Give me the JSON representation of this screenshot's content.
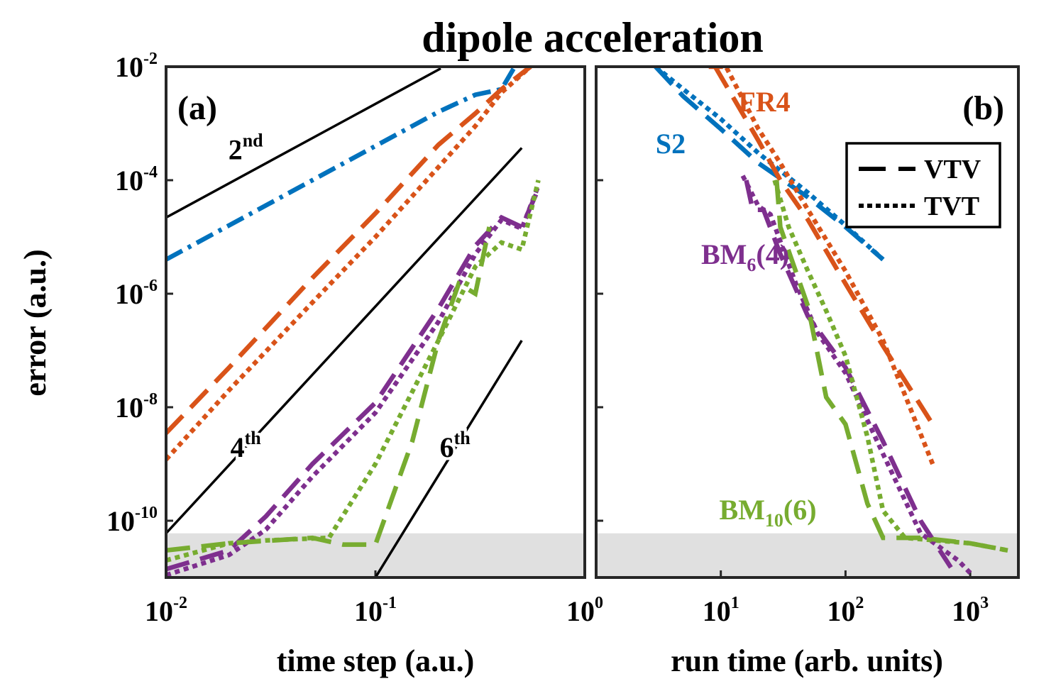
{
  "chart_data": [
    {
      "panel": "(a)",
      "type": "line",
      "title": "dipole acceleration",
      "xlabel": "time step (a.u.)",
      "ylabel": "error (a.u.)",
      "xscale": "log",
      "yscale": "log",
      "xlim": [
        0.01,
        1
      ],
      "ylim": [
        1e-11,
        0.01
      ],
      "x_tick_labels": [
        {
          "base": "10",
          "exp": "-2"
        },
        {
          "base": "10",
          "exp": "-1"
        },
        {
          "base": "10",
          "exp": "0"
        }
      ],
      "y_tick_labels": [
        {
          "base": "10",
          "exp": "-2"
        },
        {
          "base": "10",
          "exp": "-4"
        },
        {
          "base": "10",
          "exp": "-6"
        },
        {
          "base": "10",
          "exp": "-8"
        },
        {
          "base": "10",
          "exp": "-10"
        }
      ],
      "shaded_region": {
        "ymin": 1e-11,
        "ymax": 6e-11,
        "color": "#e0e0e0"
      },
      "reference_lines": [
        {
          "label": "2",
          "label_sup": "nd",
          "order": 2,
          "points": [
            [
              0.01,
              2.2e-05
            ],
            [
              0.205,
              0.0093
            ]
          ]
        },
        {
          "label": "4",
          "label_sup": "th",
          "order": 4,
          "points": [
            [
              0.01,
              6e-11
            ],
            [
              0.5,
              0.00037
            ]
          ]
        },
        {
          "label": "6",
          "label_sup": "th",
          "order": 6,
          "points": [
            [
              0.1,
              1e-11
            ],
            [
              0.5,
              1.5e-07
            ]
          ]
        }
      ],
      "series": [
        {
          "method": "S2",
          "style": "dashdot",
          "color": "#0072BD",
          "points": [
            [
              0.01,
              4e-06
            ],
            [
              0.02,
              1.6e-05
            ],
            [
              0.05,
              0.0001
            ],
            [
              0.1,
              0.0004
            ],
            [
              0.2,
              0.0016
            ],
            [
              0.3,
              0.0032
            ],
            [
              0.4,
              0.004
            ],
            [
              0.47,
              0.011
            ]
          ]
        },
        {
          "method": "FR4",
          "style": "dashed",
          "color": "#D95319",
          "points": [
            [
              0.01,
              3.5e-09
            ],
            [
              0.02,
              5e-08
            ],
            [
              0.05,
              1.9e-06
            ],
            [
              0.1,
              2.6e-05
            ],
            [
              0.2,
              0.00042
            ],
            [
              0.3,
              0.0015
            ],
            [
              0.4,
              0.004
            ],
            [
              0.55,
              0.01
            ]
          ]
        },
        {
          "method": "FR4",
          "style": "dotted",
          "color": "#D95319",
          "points": [
            [
              0.01,
              1.2e-09
            ],
            [
              0.02,
              2e-08
            ],
            [
              0.05,
              7e-07
            ],
            [
              0.1,
              1e-05
            ],
            [
              0.2,
              0.00017
            ],
            [
              0.3,
              0.0009
            ],
            [
              0.4,
              0.0035
            ],
            [
              0.55,
              0.01
            ]
          ]
        },
        {
          "method": "BM6(4)",
          "style": "dashed",
          "color": "#7E2F8E",
          "points": [
            [
              0.01,
              1.4e-11
            ],
            [
              0.02,
              3e-11
            ],
            [
              0.03,
              1.2e-10
            ],
            [
              0.05,
              1e-09
            ],
            [
              0.1,
              1.2e-08
            ],
            [
              0.2,
              5.5e-07
            ],
            [
              0.3,
              7e-06
            ],
            [
              0.4,
              2.2e-05
            ],
            [
              0.5,
              1.5e-05
            ],
            [
              0.6,
              7e-05
            ]
          ]
        },
        {
          "method": "BM6(4)",
          "style": "dotted",
          "color": "#7E2F8E",
          "points": [
            [
              0.01,
              1.1e-11
            ],
            [
              0.02,
              2.5e-11
            ],
            [
              0.03,
              7e-11
            ],
            [
              0.05,
              6e-10
            ],
            [
              0.1,
              8e-09
            ],
            [
              0.2,
              3.2e-07
            ],
            [
              0.3,
              5e-06
            ],
            [
              0.4,
              2e-05
            ],
            [
              0.5,
              1.4e-05
            ],
            [
              0.6,
              8e-05
            ]
          ]
        },
        {
          "method": "BM10(6)",
          "style": "dashed",
          "color": "#77AC30",
          "points": [
            [
              0.01,
              3e-11
            ],
            [
              0.02,
              4e-11
            ],
            [
              0.05,
              5e-11
            ],
            [
              0.07,
              3.8e-11
            ],
            [
              0.1,
              3.8e-11
            ],
            [
              0.15,
              2.5e-09
            ],
            [
              0.2,
              1.5e-07
            ],
            [
              0.25,
              1.5e-06
            ],
            [
              0.3,
              1e-06
            ],
            [
              0.35,
              1.5e-05
            ]
          ]
        },
        {
          "method": "BM10(6)",
          "style": "dotted",
          "color": "#77AC30",
          "points": [
            [
              0.01,
              2e-11
            ],
            [
              0.02,
              4e-11
            ],
            [
              0.03,
              4.5e-11
            ],
            [
              0.06,
              5e-11
            ],
            [
              0.1,
              1e-09
            ],
            [
              0.2,
              1.5e-07
            ],
            [
              0.3,
              3e-06
            ],
            [
              0.4,
              8e-06
            ],
            [
              0.5,
              6e-06
            ],
            [
              0.6,
              0.0001
            ]
          ]
        }
      ]
    },
    {
      "panel": "(b)",
      "type": "line",
      "xlabel": "run time (arb. units)",
      "xscale": "log",
      "yscale": "log",
      "xlim": [
        1,
        2000
      ],
      "ylim": [
        1e-11,
        0.01
      ],
      "x_tick_labels": [
        {
          "base": "10",
          "exp": "1"
        },
        {
          "base": "10",
          "exp": "2"
        },
        {
          "base": "10",
          "exp": "3"
        }
      ],
      "shaded_region": {
        "ymin": 1e-11,
        "ymax": 6e-11,
        "color": "#e0e0e0"
      },
      "legend": {
        "position": "top-right",
        "entries": [
          {
            "label": "VTV",
            "style": "dashed"
          },
          {
            "label": "TVT",
            "style": "dotted"
          }
        ]
      },
      "annotations": [
        {
          "text": "S2",
          "color": "#0072BD"
        },
        {
          "text": "FR4",
          "color": "#D95319"
        },
        {
          "text": "BM",
          "sub": "6",
          "suffix": "(4)",
          "color": "#7E2F8E"
        },
        {
          "text": "BM",
          "sub": "10",
          "suffix": "(6)",
          "color": "#77AC30"
        }
      ],
      "series": [
        {
          "method": "S2",
          "style": "dashed",
          "color": "#0072BD",
          "points": [
            [
              3,
              0.01
            ],
            [
              5,
              0.003
            ],
            [
              10,
              0.0008
            ],
            [
              20,
              0.0002
            ],
            [
              50,
              5e-05
            ],
            [
              100,
              1.5e-05
            ],
            [
              200,
              4e-06
            ]
          ]
        },
        {
          "method": "S2",
          "style": "dotted",
          "color": "#0072BD",
          "points": [
            [
              3,
              0.01
            ],
            [
              5,
              0.004
            ],
            [
              10,
              0.0012
            ],
            [
              20,
              0.0003
            ],
            [
              50,
              6e-05
            ],
            [
              100,
              1.6e-05
            ],
            [
              200,
              4e-06
            ]
          ]
        },
        {
          "method": "FR4",
          "style": "dashed",
          "color": "#D95319",
          "points": [
            [
              9,
              0.01
            ],
            [
              20,
              0.0005
            ],
            [
              30,
              0.0001
            ],
            [
              50,
              2e-05
            ],
            [
              100,
              1.5e-06
            ],
            [
              200,
              1.2e-07
            ],
            [
              500,
              5e-09
            ]
          ]
        },
        {
          "method": "FR4",
          "style": "dotted",
          "color": "#D95319",
          "points": [
            [
              8,
              0.01
            ],
            [
              11,
              0.01
            ],
            [
              20,
              0.0008
            ],
            [
              30,
              0.0002
            ],
            [
              50,
              3e-05
            ],
            [
              100,
              2.5e-06
            ],
            [
              200,
              1.5e-07
            ],
            [
              500,
              1e-09
            ]
          ]
        },
        {
          "method": "BM6(4)",
          "style": "dashed",
          "color": "#7E2F8E",
          "points": [
            [
              16,
              0.0001
            ],
            [
              18,
              3e-05
            ],
            [
              22,
              3e-05
            ],
            [
              30,
              5e-06
            ],
            [
              50,
              4e-07
            ],
            [
              100,
              5e-08
            ],
            [
              200,
              2.5e-09
            ],
            [
              400,
              1e-10
            ],
            [
              700,
              1.5e-11
            ]
          ]
        },
        {
          "method": "BM6(4)",
          "style": "dotted",
          "color": "#7E2F8E",
          "points": [
            [
              15,
              0.00012
            ],
            [
              20,
              3.5e-05
            ],
            [
              25,
              2.5e-05
            ],
            [
              40,
              1.5e-06
            ],
            [
              60,
              2e-07
            ],
            [
              100,
              4e-08
            ],
            [
              200,
              1.5e-09
            ],
            [
              400,
              6e-11
            ],
            [
              800,
              2e-11
            ],
            [
              1000,
              1.2e-11
            ]
          ]
        },
        {
          "method": "BM10(6)",
          "style": "dashed",
          "color": "#77AC30",
          "points": [
            [
              28,
              0.0001
            ],
            [
              30,
              1.5e-05
            ],
            [
              50,
              6e-07
            ],
            [
              70,
              1.5e-08
            ],
            [
              100,
              5e-09
            ],
            [
              150,
              2e-10
            ],
            [
              200,
              5e-11
            ],
            [
              400,
              5e-11
            ],
            [
              1000,
              4e-11
            ],
            [
              2000,
              3e-11
            ]
          ]
        },
        {
          "method": "BM10(6)",
          "style": "dotted",
          "color": "#77AC30",
          "points": [
            [
              27,
              0.0001
            ],
            [
              35,
              1.5e-05
            ],
            [
              50,
              2.5e-06
            ],
            [
              70,
              5e-07
            ],
            [
              100,
              8e-08
            ],
            [
              150,
              3e-09
            ],
            [
              200,
              1.5e-10
            ],
            [
              300,
              5e-11
            ],
            [
              1000,
              4e-11
            ],
            [
              2000,
              3e-11
            ]
          ]
        }
      ]
    }
  ]
}
